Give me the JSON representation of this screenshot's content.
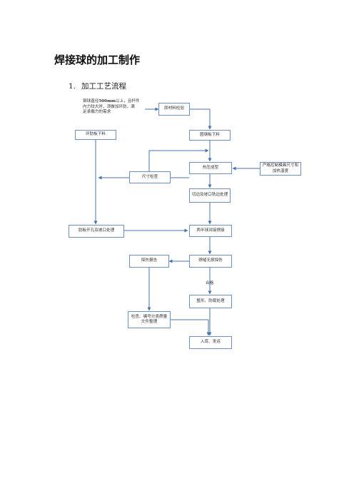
{
  "doc": {
    "title": "焊接球的加工制作",
    "section_number": "1.",
    "section_title": "加工工艺流程"
  },
  "flow": {
    "note": {
      "line1_pre": "钢球直径",
      "line1_bold": "500mm",
      "line1_post": "以上，且杆件",
      "line2": "内力较大时，须做加环肋，满",
      "line3": "足承载力的需求"
    },
    "raw_material_check": "原材料检验",
    "rib_plate_cutting": "环肋板下料",
    "circle_plate_cutting": "圆钢板下料",
    "hot_press": "热压成型",
    "dimension_check": "尺寸检查",
    "mold_control": "严格控制模具尺寸和加热温度",
    "edge_cutting": "切边及坡口铣边处理",
    "rib_opening": "肋板开孔及坡口处理",
    "hemisphere_welding": "两半球对接焊接",
    "flaw_report": "探伤报告",
    "weld_ndt": "焊缝无损探伤",
    "qualified_label": "合格",
    "shaping_anticorrosion": "整形、防腐处理",
    "inspection_numbering": "检查、编号分类质量文件整理",
    "storage_shipping": "入库、发运"
  }
}
